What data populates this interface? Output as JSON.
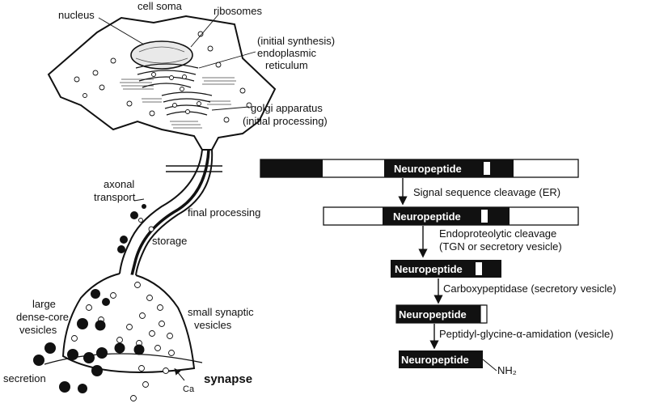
{
  "neuron": {
    "labels": {
      "nucleus": "nucleus",
      "cell_soma": "cell soma",
      "ribosomes": "ribosomes",
      "initial_synthesis": "(initial synthesis)",
      "er_line1": "endoplasmic",
      "er_line2": "reticulum",
      "golgi_line1": "golgi apparatus",
      "golgi_line2": "(initial processing)",
      "axonal_line1": "axonal",
      "axonal_line2": "transport",
      "final_processing": "final processing",
      "storage": "storage",
      "ldcv_line1": "large",
      "ldcv_line2": "dense-core",
      "ldcv_line3": "vesicles",
      "ssv_line1": "small synaptic",
      "ssv_line2": "vesicles",
      "secretion": "secretion",
      "ca": "Ca",
      "synapse": "synapse"
    }
  },
  "pathway": {
    "peptide_label": "Neuropeptide",
    "steps": [
      "Signal sequence cleavage (ER)",
      "Endoproteolytic cleavage",
      "(TGN or secretory vesicle)",
      "Carboxypeptidase (secretory vesicle)",
      "Peptidyl-glycine-α-amidation (vesicle)"
    ],
    "terminal_group": "NH₂"
  },
  "colors": {
    "ink": "#111111",
    "paper": "#ffffff"
  }
}
